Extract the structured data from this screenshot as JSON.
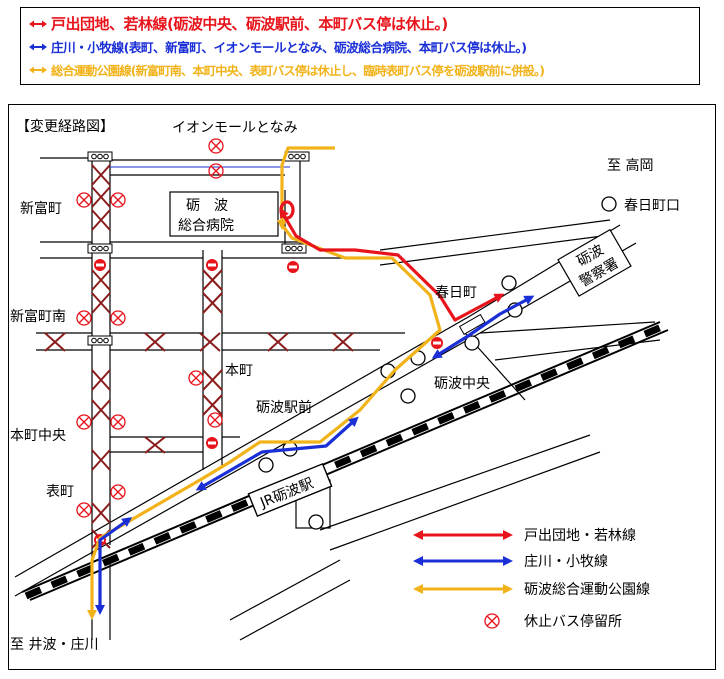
{
  "notice": {
    "lines": [
      {
        "text": "戸出団地、若林線(砺波中央、砺波駅前、本町バス停は休止。)",
        "color": "#e8141c"
      },
      {
        "text": "庄川・小牧線(表町、新富町、イオンモールとなみ、砺波総合病院、本町バス停は休止。)",
        "color": "#1a2fd6"
      },
      {
        "text": "総合運動公園線(新富町南、本町中央、表町バス停は休止し、臨時表町バス停を砺波駅前に併設。)",
        "color": "#f2b31a"
      }
    ]
  },
  "map": {
    "title": "【変更経路図】",
    "labels": {
      "aeon": "イオンモールとなみ",
      "hospital_1": "砺　波",
      "hospital_2": "総合病院",
      "shintomi": "新富町",
      "shintomi_minami": "新富町南",
      "honmachi": "本町",
      "honmachi_chuo": "本町中央",
      "omotemachi": "表町",
      "station_front": "砺波駅前",
      "tonami_chuo": "砺波中央",
      "kasuga": "春日町",
      "kasuga_guchi": "春日町口",
      "police_1": "砺波",
      "police_2": "警察署",
      "jr_station": "JR砺波駅",
      "to_takaoka": "至 高岡",
      "to_inami": "至 井波・庄川"
    }
  },
  "legend": {
    "items": [
      {
        "label": "戸出団地・若林線",
        "color": "#e8141c"
      },
      {
        "label": "庄川・小牧線",
        "color": "#1a2fd6"
      },
      {
        "label": "砺波総合運動公園線",
        "color": "#f2b31a"
      },
      {
        "label": "休止バス停留所",
        "color": "#e8141c"
      }
    ]
  }
}
